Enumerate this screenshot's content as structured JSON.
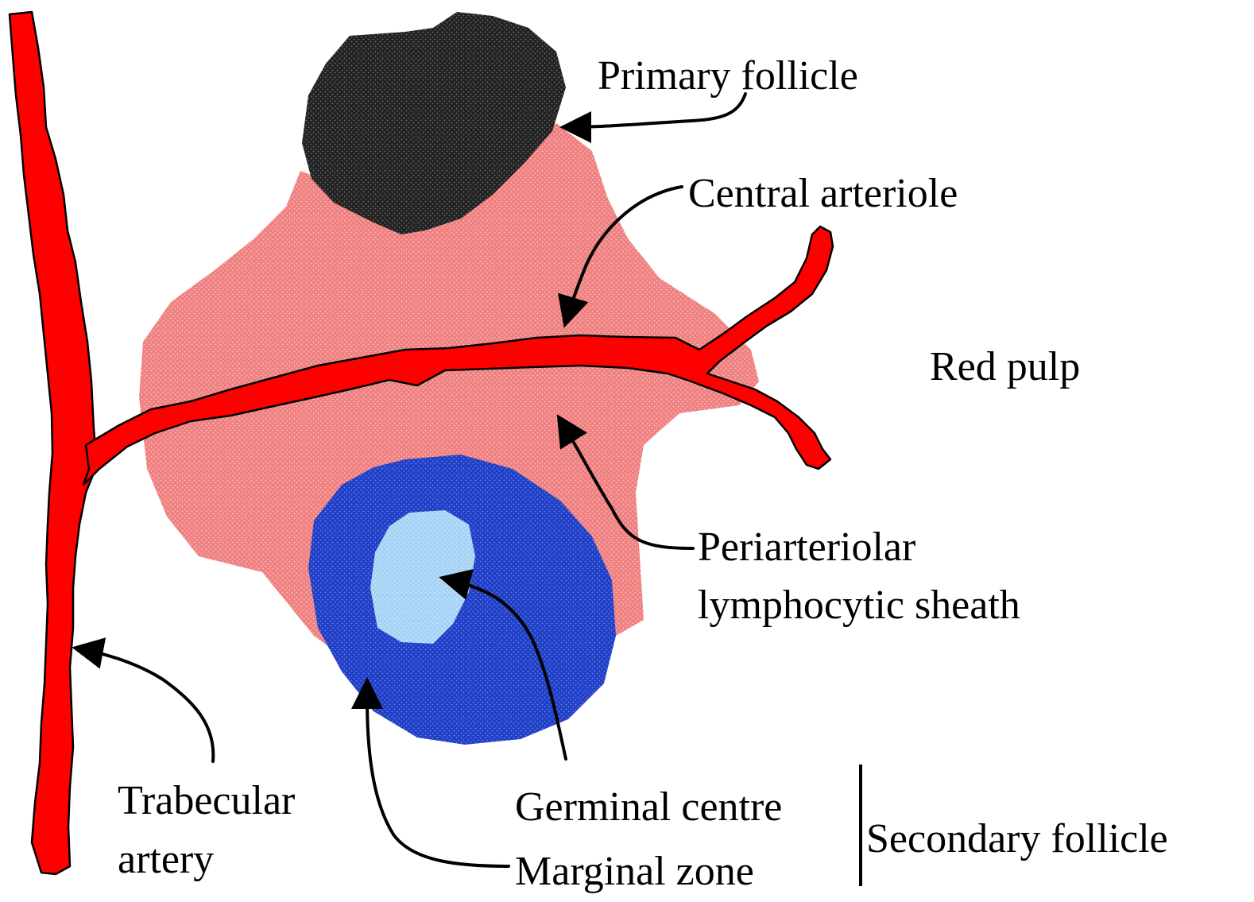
{
  "colors": {
    "artery": "#ff0000",
    "pals": "#f08080",
    "primary_follicle": "#222222",
    "marginal_zone": "#1f3fc8",
    "germinal_centre": "#a6d2f5",
    "outline": "#000000"
  },
  "labels": {
    "primary_follicle": "Primary follicle",
    "central_arteriole": "Central arteriole",
    "red_pulp": "Red pulp",
    "pals_line1": "Periarteriolar",
    "pals_line2": "lymphocytic sheath",
    "germinal_centre": "Germinal centre",
    "marginal_zone": "Marginal zone",
    "secondary_follicle": "Secondary follicle",
    "trabecular_line1": "Trabecular",
    "trabecular_line2": "artery"
  }
}
